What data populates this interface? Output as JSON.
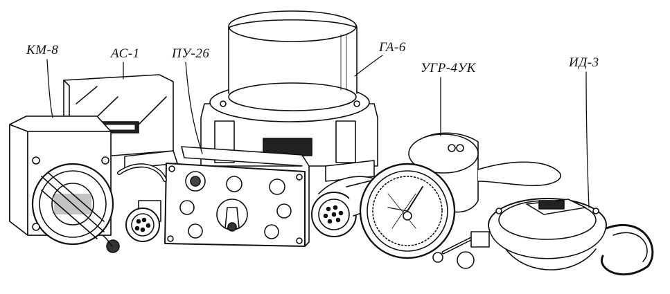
{
  "labels": {
    "km8": "КМ-8",
    "as1": "АС-1",
    "pu26": "ПУ-26",
    "ga6": "ГА-6",
    "ugr4uk": "УГР-4УК",
    "id3": "ИД-3"
  },
  "colors": {
    "ink": "#111111",
    "paper": "#ffffff"
  }
}
